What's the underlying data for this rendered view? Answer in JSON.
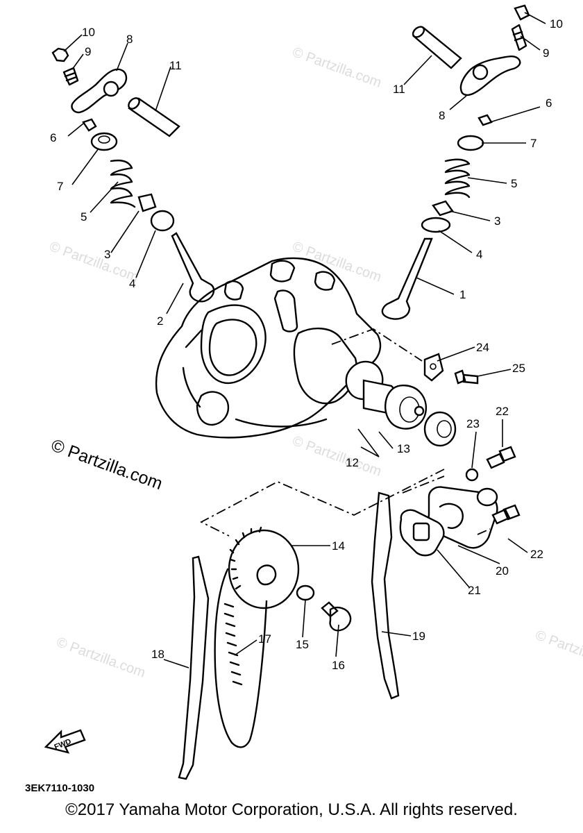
{
  "diagram": {
    "callouts": [
      {
        "num": "10"
      },
      {
        "num": "9"
      },
      {
        "num": "8"
      },
      {
        "num": "11"
      },
      {
        "num": "6"
      },
      {
        "num": "7"
      },
      {
        "num": "5"
      },
      {
        "num": "3"
      },
      {
        "num": "4"
      },
      {
        "num": "2"
      },
      {
        "num": "10"
      },
      {
        "num": "9"
      },
      {
        "num": "11"
      },
      {
        "num": "8"
      },
      {
        "num": "6"
      },
      {
        "num": "7"
      },
      {
        "num": "5"
      },
      {
        "num": "3"
      },
      {
        "num": "4"
      },
      {
        "num": "1"
      },
      {
        "num": "24"
      },
      {
        "num": "25"
      },
      {
        "num": "23"
      },
      {
        "num": "22"
      },
      {
        "num": "13"
      },
      {
        "num": "12"
      },
      {
        "num": "14"
      },
      {
        "num": "20"
      },
      {
        "num": "22"
      },
      {
        "num": "21"
      },
      {
        "num": "15"
      },
      {
        "num": "16"
      },
      {
        "num": "17"
      },
      {
        "num": "18"
      },
      {
        "num": "19"
      }
    ],
    "watermark_main": "© Partzilla.com",
    "watermark_faint": "© Partzilla.com",
    "fwd_label": "FWD",
    "diagram_code": "3EK7110-1030"
  },
  "footer": {
    "copyright": "©2017  Yamaha Motor Corporation, U.S.A. All rights reserved."
  }
}
